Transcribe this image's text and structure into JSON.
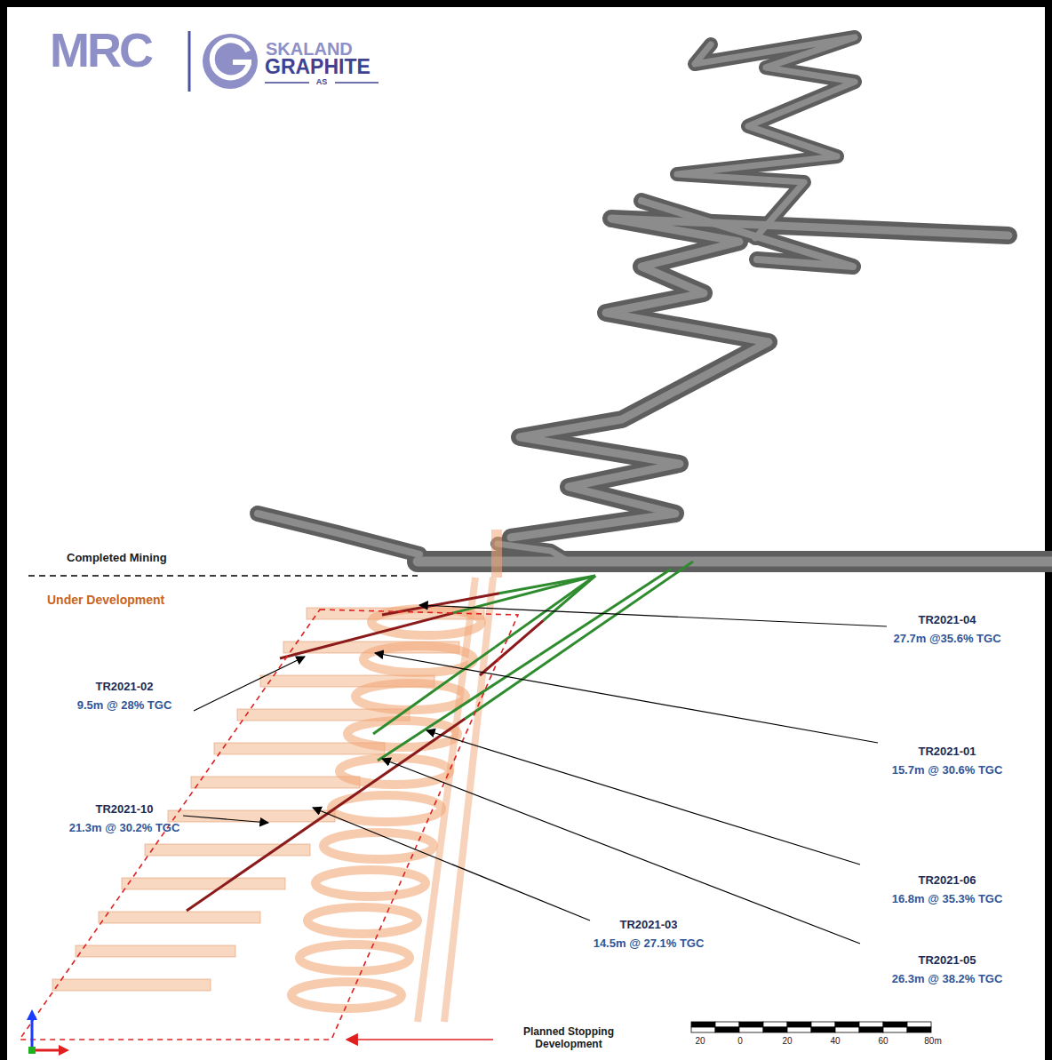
{
  "diagram": {
    "labels": [
      "MRC",
      "SKALAND",
      "GRAPHITE",
      "AS",
      "Completed Mining",
      "Under Development",
      "TR2021-04",
      "27.7m @35.6% TGC",
      "TR2021-02",
      "9.5m @ 28% TGC",
      "TR2021-01",
      "15.7m @ 30.6% TGC",
      "TR2021-10",
      "21.3m @ 30.2% TGC",
      "TR2021-06",
      "16.8m @ 35.3% TGC",
      "TR2021-05",
      "26.3m @ 38.2% TGC",
      "TR2021-03",
      "14.5m @ 27.1% TGC",
      "Planned Stopping Development",
      "20",
      "0",
      "20",
      "40",
      "60",
      "80m"
    ]
  }
}
